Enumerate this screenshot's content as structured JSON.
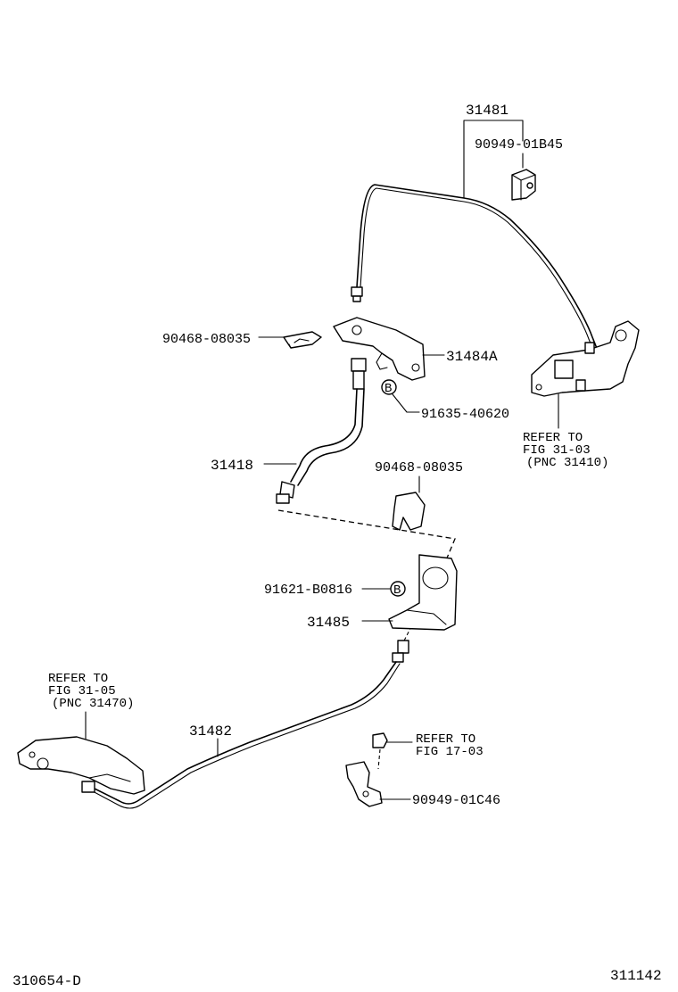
{
  "parts": {
    "p31481": "31481",
    "p9094901B45": "90949-01B45",
    "p9046808035_a": "90468-08035",
    "p31484A": "31484A",
    "p9163540620": "91635-40620",
    "p31418": "31418",
    "p9046808035_b": "90468-08035",
    "p91621B0816": "91621-B0816",
    "p31485": "31485",
    "p31482": "31482",
    "p9094901C46": "90949-01C46"
  },
  "markers": {
    "b1": "B",
    "b2": "B"
  },
  "references": {
    "ref1": [
      "REFER TO",
      "FIG 31-03",
      "(PNC 31410)"
    ],
    "ref2": [
      "REFER TO",
      "FIG 31-05",
      "(PNC 31470)"
    ],
    "ref3": [
      "REFER TO",
      "FIG 17-03"
    ]
  },
  "footer": {
    "left_code": "310654-D",
    "right_code": "311142"
  }
}
